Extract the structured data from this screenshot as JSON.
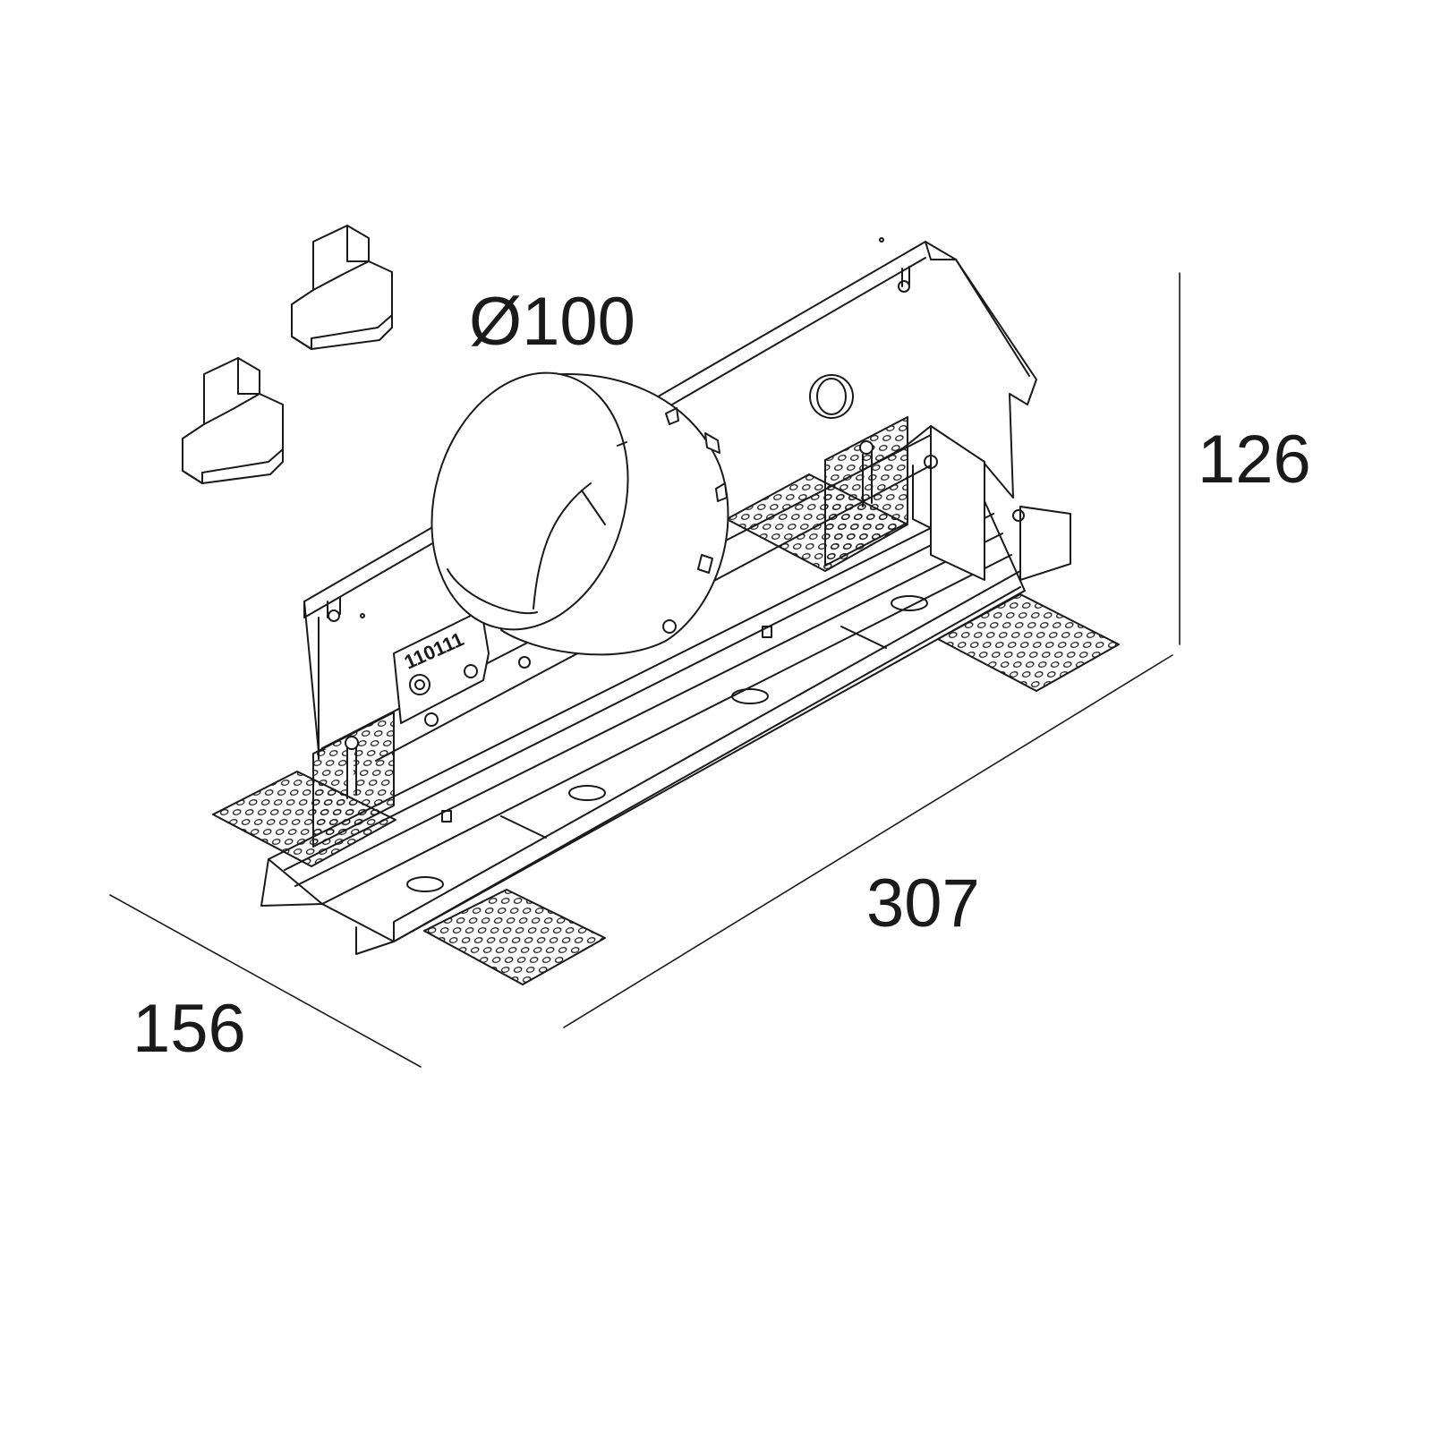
{
  "dimensions": {
    "diameter": "Ø100",
    "height": "126",
    "length": "307",
    "width": "156"
  },
  "colors": {
    "line": "#1a1a1a",
    "paper": "#ffffff",
    "fill": "#ffffff"
  },
  "plate_label": {
    "code": "110111",
    "icon": "recycle-icon"
  }
}
